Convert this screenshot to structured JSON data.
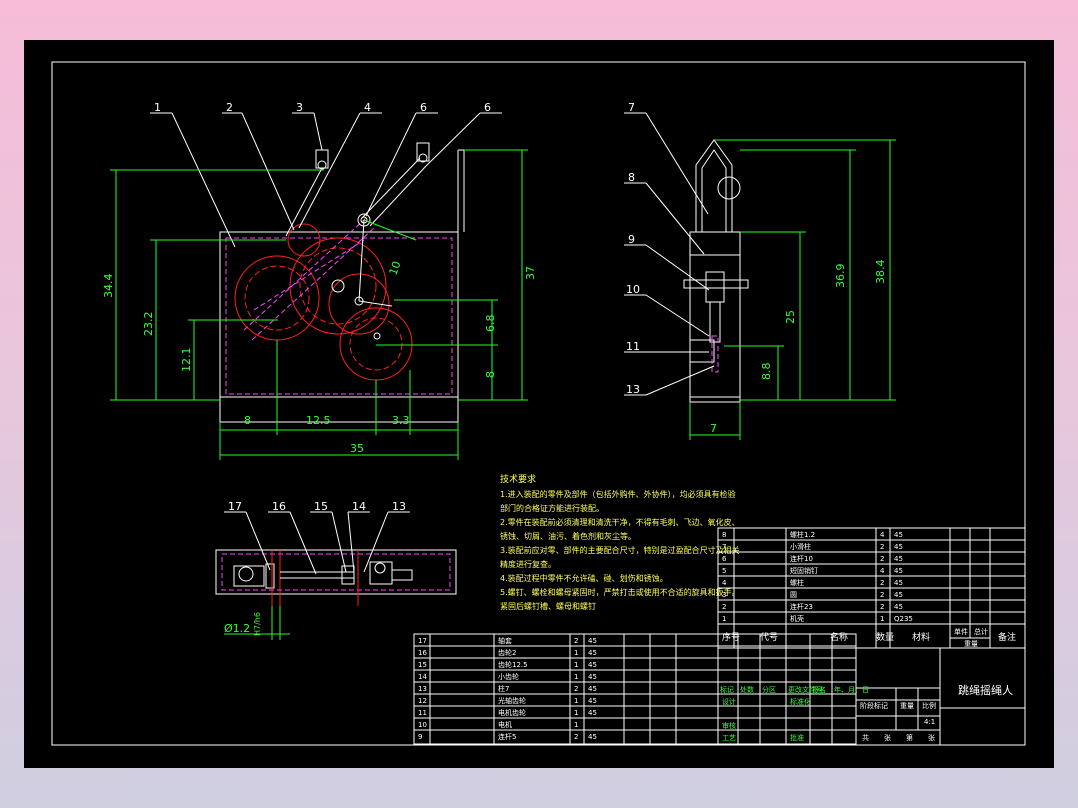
{
  "title_block": {
    "drawing_name": "跳绳摇绳人",
    "scale": "4:1",
    "scale_label": "比例",
    "weight_label": "重量",
    "stage_label": "阶段标记",
    "sheets": [
      "共",
      "张",
      "第",
      "张"
    ],
    "signoff_row": [
      "标记",
      "处数",
      "分区",
      "更改文件号",
      "签名",
      "年、月、日"
    ],
    "design": "设计",
    "standardize": "标准化",
    "review": "审核",
    "process": "工艺",
    "approve": "批准"
  },
  "upper_bom_header": [
    "序号",
    "代号",
    "名称",
    "数量",
    "材料",
    "单件",
    "总计",
    "备注"
  ],
  "upper_bom_weight_label": "重量",
  "upper_bom": [
    [
      "8",
      "",
      "螺柱1.2",
      "4",
      "45"
    ],
    [
      "7",
      "",
      "小滑柱",
      "2",
      "45"
    ],
    [
      "6",
      "",
      "连杆10",
      "2",
      "45"
    ],
    [
      "5",
      "",
      "短固销钉",
      "4",
      "45"
    ],
    [
      "4",
      "",
      "螺柱",
      "2",
      "45"
    ],
    [
      "3",
      "",
      "圆",
      "2",
      "45"
    ],
    [
      "2",
      "",
      "连杆23",
      "2",
      "45"
    ],
    [
      "1",
      "",
      "机壳",
      "1",
      "Q235"
    ]
  ],
  "lower_bom": [
    [
      "17",
      "",
      "轴套",
      "2",
      "45"
    ],
    [
      "16",
      "",
      "齿轮2",
      "1",
      "45"
    ],
    [
      "15",
      "",
      "齿轮12.5",
      "1",
      "45"
    ],
    [
      "14",
      "",
      "小齿轮",
      "1",
      "45"
    ],
    [
      "13",
      "",
      "柱7",
      "2",
      "45"
    ],
    [
      "12",
      "",
      "光轴齿轮",
      "1",
      "45"
    ],
    [
      "11",
      "",
      "电机齿轮",
      "1",
      "45"
    ],
    [
      "10",
      "",
      "电机",
      "1",
      ""
    ],
    [
      "9",
      "",
      "连杆5",
      "2",
      "45"
    ]
  ],
  "tech_requirements": {
    "title": "技术要求",
    "lines": [
      "1.进入装配的零件及部件（包括外购件、外协件），均必须具有检验",
      "部门的合格证方能进行装配。",
      "2.零件在装配前必须清理和清洗干净，不得有毛刺、飞边、氧化皮、",
      "锈蚀、切屑、油污、着色剂和灰尘等。",
      "3.装配前应对零、部件的主要配合尺寸，特别是过盈配合尺寸及相关",
      "精度进行复查。",
      "4.装配过程中零件不允许磕、碰、划伤和锈蚀。",
      "5.螺钉、螺栓和螺母紧固时，严禁打击或使用不合适的旋具和扳手。",
      "紧固后螺钉槽、螺母和螺钉"
    ]
  },
  "front_view": {
    "balloons": [
      "1",
      "2",
      "3",
      "4",
      "6",
      "6"
    ],
    "dims": {
      "overall_width": "35",
      "seg_a": "8",
      "seg_b": "12.5",
      "seg_c": "3.3",
      "h_total": "34.4",
      "h_mid": "23.2",
      "h_low": "12.1",
      "h_right": "37",
      "h_small": "6.8",
      "h_base": "8",
      "link": "10"
    }
  },
  "side_view": {
    "balloons": [
      "7",
      "8",
      "9",
      "10",
      "11",
      "13"
    ],
    "dims": {
      "width": "7",
      "h1": "8.8",
      "h2": "25",
      "h3": "36.9",
      "h4": "38.4"
    }
  },
  "top_view": {
    "balloons": [
      "17",
      "16",
      "15",
      "14",
      "13"
    ],
    "dims": {
      "shaft": "Ø1.2",
      "fit": "H7/h6"
    }
  },
  "colors": {
    "sheet": "#000000",
    "outline": "#ffffff",
    "dimension": "#22ff22",
    "gear": "#ff2020",
    "phantom": "#ff44ff",
    "note_text": "#ffff55"
  }
}
